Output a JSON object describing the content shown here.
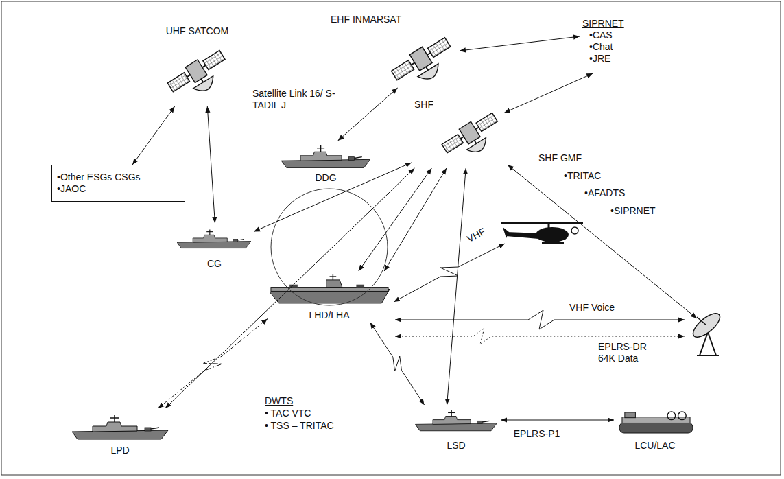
{
  "diagram": {
    "nodes": [
      {
        "text": [
          "UHF SATCOM"
        ]
      },
      {
        "text": [
          "EHF INMARSAT"
        ]
      },
      {
        "text": [
          "SIPRNET",
          "•CAS",
          "•Chat",
          "•JRE"
        ]
      },
      {
        "text": [
          "SHF"
        ]
      },
      {
        "text": [
          "•Other ESGs CSGs",
          "•JAOC"
        ]
      },
      {
        "text": [
          "DDG"
        ]
      },
      {
        "text": [
          "CG"
        ]
      },
      {
        "text": [
          "LHD/LHA"
        ]
      },
      {
        "text": [
          "LPD"
        ]
      },
      {
        "text": [
          "LSD"
        ]
      },
      {
        "text": [
          "LCU/LAC"
        ]
      }
    ],
    "edges": [
      {
        "from": 0,
        "to": 4,
        "arrow": "both"
      },
      {
        "from": 0,
        "to": 6,
        "arrow": "both"
      },
      {
        "from": 1,
        "to": 2,
        "arrow": "both"
      },
      {
        "from": 1,
        "to": 5,
        "arrow": "both"
      },
      {
        "from": 2,
        "to": 3,
        "arrow": "both"
      },
      {
        "from": 3,
        "to": 6,
        "arrow": "both"
      },
      {
        "from": 3,
        "to": 7,
        "arrow": "both"
      },
      {
        "from": 3,
        "to": 7,
        "arrow": "both"
      },
      {
        "from": 3,
        "to": 8,
        "arrow": "both"
      },
      {
        "from": 3,
        "to": 9,
        "arrow": "both"
      },
      {
        "from": 7,
        "to": 8,
        "arrow": "both"
      },
      {
        "from": 7,
        "to": 9,
        "arrow": "both"
      },
      {
        "from": 9,
        "to": 10,
        "label": "EPLRS-P1",
        "arrow": "both"
      }
    ],
    "labels": [
      "Satellite Link 16/ S-TADIL J",
      "SHF GMF",
      "•TRITAC",
      "•AFADTS",
      "•SIPRNET",
      "VHF",
      "VHF Voice",
      "EPLRS-DR 64K Data",
      "DWTS",
      "• TAC VTC",
      "• TSS – TRITAC"
    ]
  }
}
